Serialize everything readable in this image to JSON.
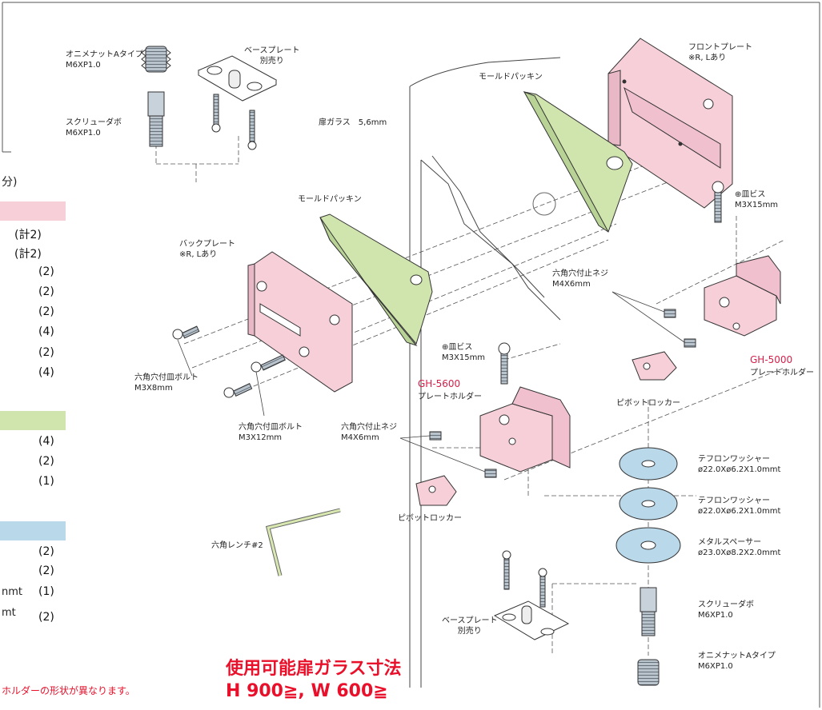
{
  "colors": {
    "pink": "#f6cfd9",
    "green": "#cfe5ad",
    "blue": "#b9d8ea",
    "red": "#e8102a",
    "partRed": "#d6204a"
  },
  "side_list": {
    "header": "分)",
    "quantities": [
      "(計2)",
      "(計2)",
      "(2)",
      "(2)",
      "(2)",
      "(4)",
      "(2)",
      "(4)",
      "(4)",
      "(2)",
      "(1)",
      "(2)",
      "(2)",
      "(1)",
      "(2)"
    ],
    "partial_texts": [
      "nmt",
      "mt"
    ]
  },
  "labels": {
    "oni_nut_top": {
      "line1": "オニメナットAタイプ",
      "line2": "M6XP1.0"
    },
    "base_plate_top": {
      "line1": "ベースプレート",
      "line2": "別売り"
    },
    "screw_dowel_top": {
      "line1": "スクリューダボ",
      "line2": "M6XP1.0"
    },
    "door_glass": {
      "line1": "扉ガラス　5,6mm"
    },
    "mold_packing_1": {
      "line1": "モールドパッキン"
    },
    "front_plate": {
      "line1": "フロントプレート",
      "line2": "※R, Lあり"
    },
    "mold_packing_2": {
      "line1": "モールドパッキン"
    },
    "pan_screw_1": {
      "line1": "⊕皿ビス",
      "line2": "M3X15mm"
    },
    "back_plate": {
      "line1": "バックプレート",
      "line2": "※R, Lあり"
    },
    "set_screw_1": {
      "line1": "六角穴付止ネジ",
      "line2": "M4X6mm"
    },
    "pan_screw_2": {
      "line1": "⊕皿ビス",
      "line2": "M3X15mm"
    },
    "gh5000_code": "GH-5000",
    "gh5000_name": "プレートホルダー",
    "hex_bolt_1": {
      "line1": "六角穴付皿ボルト",
      "line2": "M3X8mm"
    },
    "gh5600_code": "GH-5600",
    "gh5600_name": "プレートホルダー",
    "hex_bolt_2": {
      "line1": "六角穴付皿ボルト",
      "line2": "M3X12mm"
    },
    "set_screw_2": {
      "line1": "六角穴付止ネジ",
      "line2": "M4X6mm"
    },
    "pivot_1": {
      "line1": "ピボットロッカー"
    },
    "teflon_1": {
      "line1": "テフロンワッシャー",
      "line2": "ø22.0Xø6.2X1.0mmt"
    },
    "pivot_2": {
      "line1": "ピボットロッカー"
    },
    "teflon_2": {
      "line1": "テフロンワッシャー",
      "line2": "ø22.0Xø6.2X1.0mmt"
    },
    "hex_wrench": {
      "line1": "六角レンチ#2"
    },
    "metal_spacer": {
      "line1": "メタルスペーサー",
      "line2": "ø23.0Xø8.2X2.0mmt"
    },
    "base_plate_bot": {
      "line1": "ベースプレート",
      "line2": "別売り"
    },
    "screw_dowel_bot": {
      "line1": "スクリューダボ",
      "line2": "M6XP1.0"
    },
    "oni_nut_bot": {
      "line1": "オニメナットAタイプ",
      "line2": "M6XP1.0"
    }
  },
  "footer": {
    "note": "ホルダーの形状が異なります。",
    "size_title": "使用可能扉ガラス寸法",
    "size_value": "H 900≧,  W 600≧"
  }
}
